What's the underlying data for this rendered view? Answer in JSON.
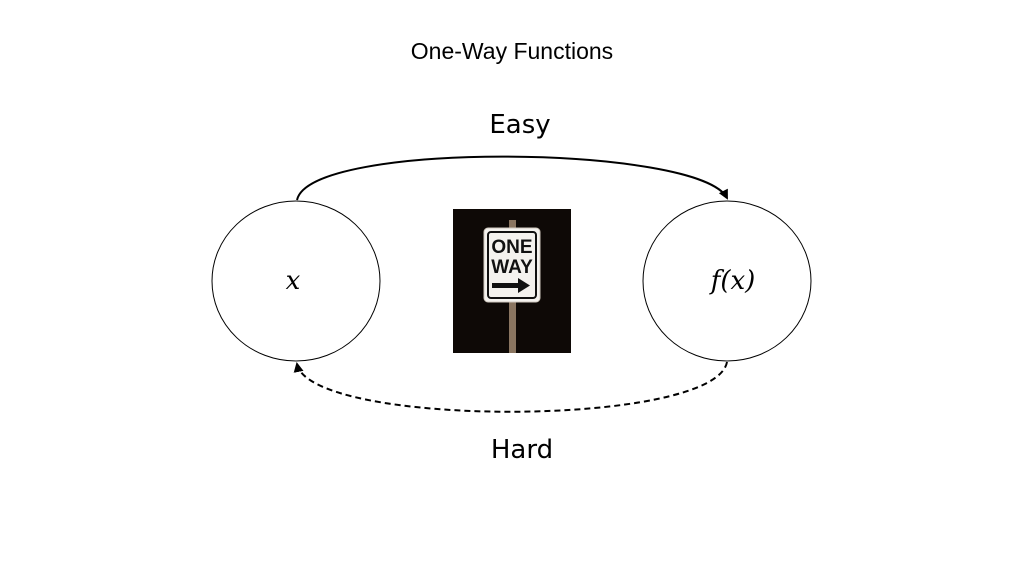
{
  "slide": {
    "title": "One-Way Functions"
  },
  "nodes": {
    "input_label": "x",
    "output_label": "f(x)"
  },
  "arrows": {
    "forward_label": "Easy",
    "reverse_label": "Hard"
  },
  "sign": {
    "line1": "ONE",
    "line2": "WAY",
    "arrow_icon": "right-arrow-icon"
  },
  "colors": {
    "background": "#ffffff",
    "stroke": "#000000",
    "sign_background": "#0e0906",
    "sign_face": "#f4f2ee",
    "sign_pole": "#8a7560"
  }
}
